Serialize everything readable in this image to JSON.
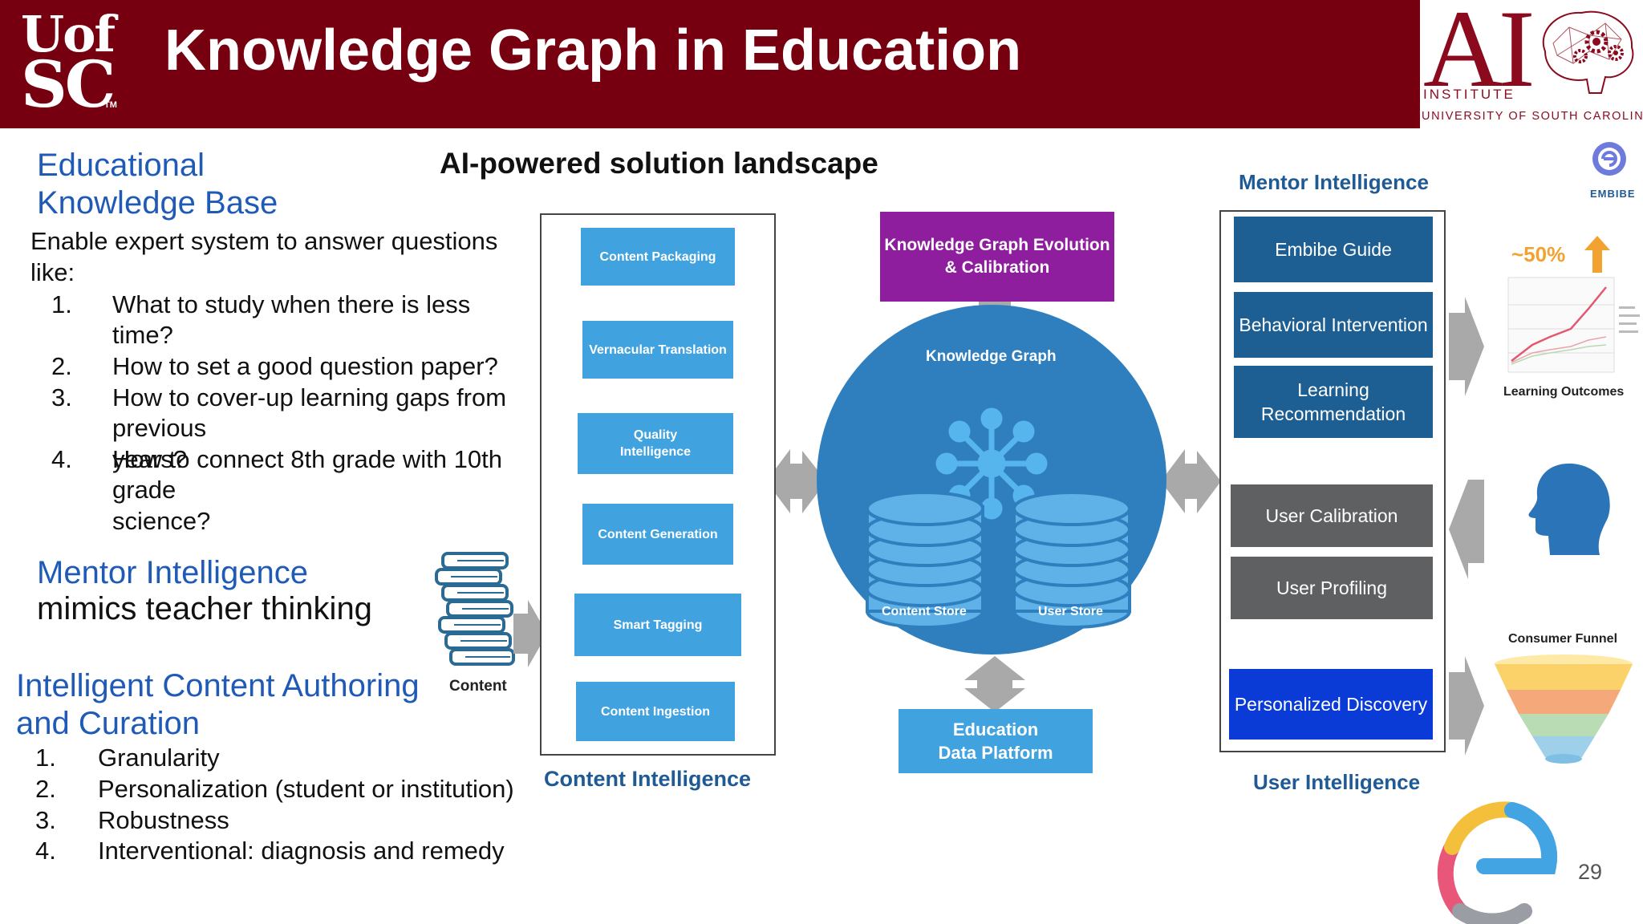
{
  "header": {
    "title": "Knowledge Graph in Education",
    "uofsc_line1": "Uof",
    "uofsc_line2": "SC",
    "uofsc_tm": "TM",
    "ai_letters": "AI",
    "ai_institute": "INSTITUTE",
    "ai_university": "UNIVERSITY OF SOUTH CAROLINA"
  },
  "left": {
    "kb_title_line1": "Educational",
    "kb_title_line2": "Knowledge Base",
    "kb_intro": "Enable expert system to answer questions like:",
    "kb_questions": [
      {
        "num": "1.",
        "line1": "What to study when there is less",
        "line2": "time?"
      },
      {
        "num": "2.",
        "line1": "How to set a good question paper?",
        "line2": ""
      },
      {
        "num": "3.",
        "line1": "How to cover-up learning gaps from",
        "line2": "previous years?"
      },
      {
        "num": "4.",
        "line1": "How to connect 8th grade with 10th",
        "line2": "grade science?"
      }
    ],
    "mi_title": "Mentor Intelligence",
    "mi_sub": "mimics teacher thinking",
    "ica_title_line1": "Intelligent Content Authoring",
    "ica_title_line2": "and Curation",
    "ica_items": [
      {
        "num": "1.",
        "text": "Granularity"
      },
      {
        "num": "2.",
        "text": "Personalization (student or institution)"
      },
      {
        "num": "3.",
        "text": "Robustness"
      },
      {
        "num": "4.",
        "text": "Interventional: diagnosis and remedy"
      }
    ]
  },
  "diagram": {
    "title": "AI-powered solution landscape",
    "content_label": "Content",
    "content_intelligence": [
      "Content Packaging",
      "Vernacular Translation",
      "Quality Intelligence",
      "Content Generation",
      "Smart Tagging",
      "Content Ingestion"
    ],
    "content_intelligence_label": "Content Intelligence",
    "kg_evolution": "Knowledge Graph Evolution & Calibration",
    "knowledge_graph": "Knowledge Graph",
    "content_store": "Content Store",
    "user_store": "User Store",
    "education_data_platform_line1": "Education",
    "education_data_platform_line2": "Data Platform",
    "mentor_intelligence_label": "Mentor Intelligence",
    "mentor_boxes": [
      "Embibe Guide",
      "Behavioral Intervention",
      "Learning Recommendation"
    ],
    "user_boxes": [
      "User Calibration",
      "User Profiling",
      "Personalized Discovery"
    ],
    "user_intelligence_label": "User Intelligence",
    "embibe_label": "EMBIBE",
    "learning_outcomes_pct": "~50%",
    "learning_outcomes_label": "Learning Outcomes",
    "consumer_funnel_label": "Consumer Funnel",
    "colors": {
      "content_box": "#41a2e0",
      "kg_evolution": "#8e1e9e",
      "circle": "#2f7fbf",
      "mentor_box": "#1d5f92",
      "user_box": "#5e6062",
      "personalized": "#0a3bd6"
    }
  },
  "page_number": "29"
}
